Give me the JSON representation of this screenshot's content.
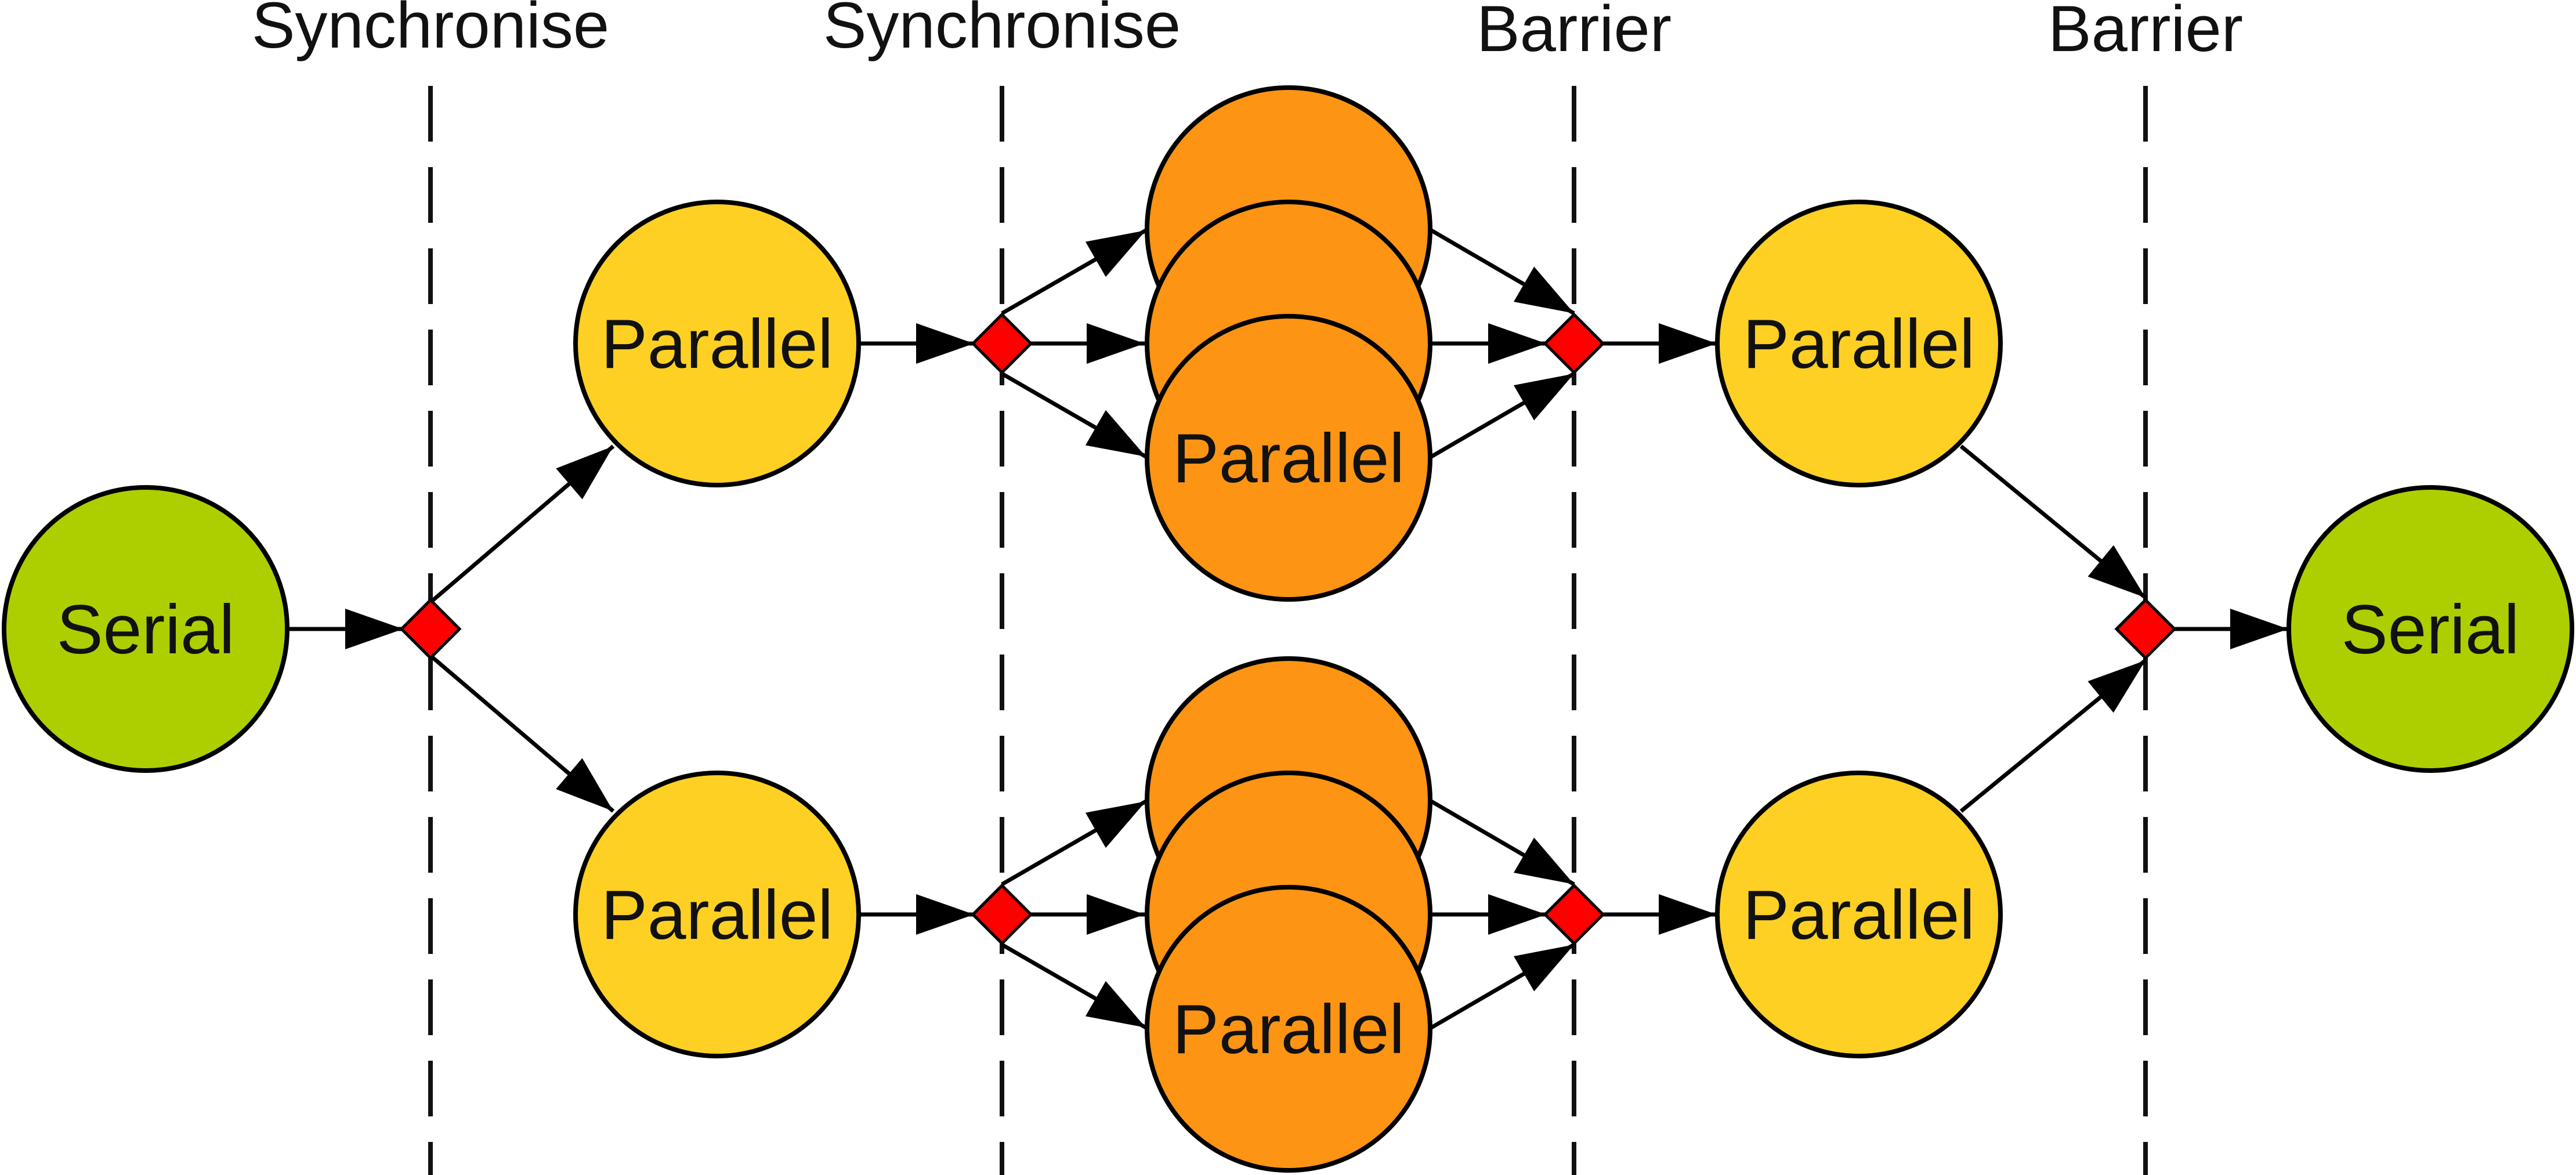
{
  "columns": [
    "Synchronise",
    "Synchronise",
    "Barrier",
    "Barrier"
  ],
  "nodes": {
    "serial_start": "Serial",
    "serial_end": "Serial",
    "parallel": "Parallel"
  },
  "colors": {
    "serial": "#adcf00",
    "parallel_outer": "#fdd023",
    "parallel_inner": "#fd9413",
    "sync_point": "#ff0000",
    "line": "#000000"
  }
}
